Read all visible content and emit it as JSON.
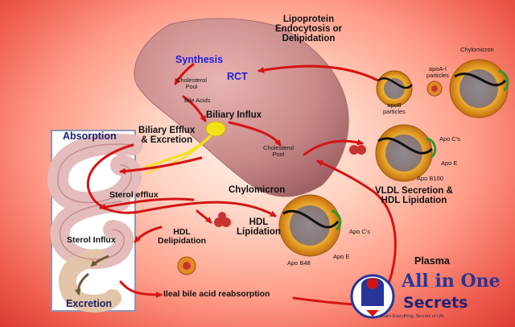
{
  "labels": {
    "lipoprotein": "Lipoprotein\nEndocytosis or\nDelipidation",
    "synthesis": "Synthesis",
    "rct": "RCT",
    "cholesterol_pool_liver": "Cholesterol\nPool",
    "bile_acids": "Bile Acids",
    "biliary_influx": "Biliary Influx",
    "biliary_efflux": "Biliary Efflux\n& Excretion",
    "cholesterol_pool_center": "Cholesterol\nPool",
    "absorption": "Absorption",
    "sterol_efflux": "Sterol  efflux",
    "chylomicron_center": "Chylomicron",
    "hdl_lipidation": "HDL\nLipidation",
    "hdl_delipidation": "HDL\nDelipidation",
    "sterol_influx": "Sterol Influx",
    "excretion": "Excretion",
    "ileal": "Ileal bile acid reabsorption",
    "plasma": "Plasma",
    "apoai": "apoA-I\nparticles",
    "apob": "apoB\nparticles",
    "chylomicron_top": "Chylomicron",
    "apo_cs_right": "Apo C's",
    "apo_e_right": "Apo E",
    "apo_b100": "Apo B100",
    "vldl": "VLDL Secretion &\nHDL Lipidation",
    "apo_cs_center": "Apo C's",
    "apo_e_center": "Apo E",
    "apo_b48": "Apo B48"
  },
  "logo": {
    "title": "All in One",
    "subtitle": "Secrets",
    "tagline": "Learn Everything, Secrets of Life"
  },
  "colors": {
    "arrow": "#d41414",
    "liver": "#c98a8a",
    "intestine": "#e4bcbc",
    "bile": "#f2e21a",
    "label_blue": "#1d1ee0",
    "logo_blue": "#26359a"
  }
}
